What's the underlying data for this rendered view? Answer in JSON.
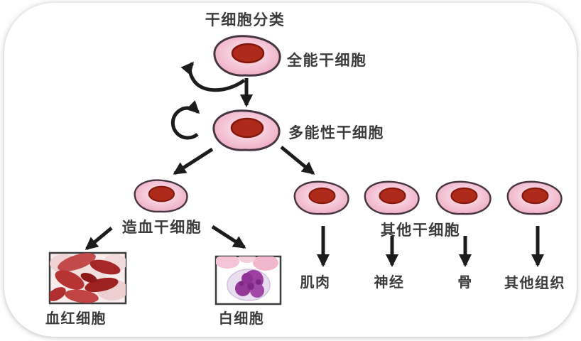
{
  "diagram": {
    "title": "干细胞分类",
    "stages": {
      "totipotent": "全能干细胞",
      "pluripotent": "多能性干细胞",
      "hematopoietic": "造血干细胞",
      "other_stem_cells": "其他干细胞"
    },
    "derivatives": {
      "red_blood_cells": "血红细胞",
      "white_blood_cells": "白细胞",
      "muscle": "肌肉",
      "nerve": "神经",
      "bone": "骨",
      "other_tissue": "其他组织"
    },
    "colors": {
      "cell_fill_outer": "#eca8bf",
      "cell_fill_inner": "#fce9ef",
      "cell_stroke": "#473641",
      "nucleus_fill": "#ae2b1b",
      "nucleus_stroke": "#84170c",
      "arrow": "#1c1c1c",
      "text": "#3c3c3c"
    }
  }
}
